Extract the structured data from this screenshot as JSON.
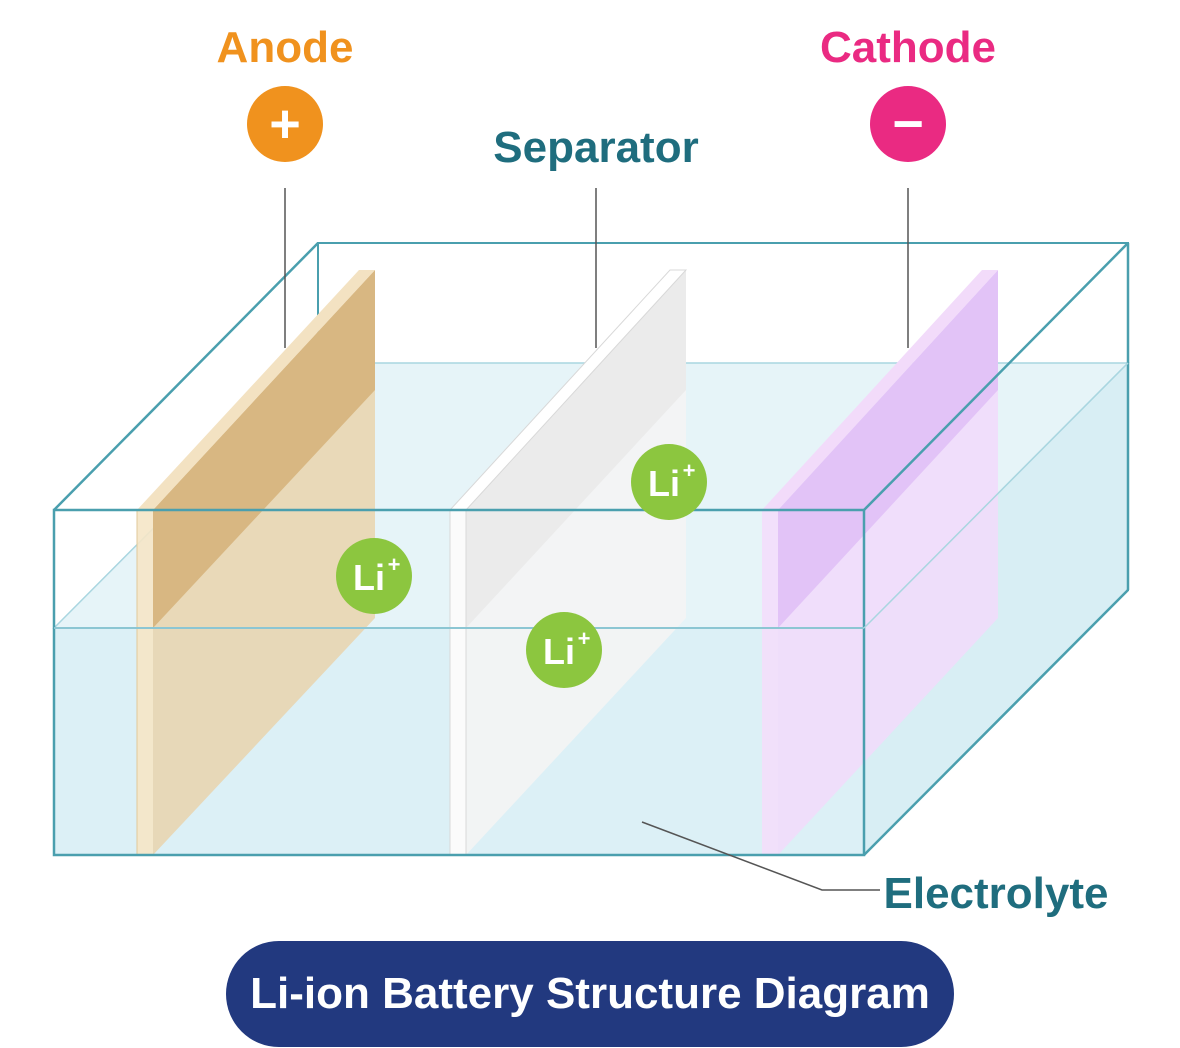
{
  "labels": {
    "anode": "Anode",
    "cathode": "Cathode",
    "separator": "Separator",
    "electrolyte": "Electrolyte"
  },
  "symbols": {
    "anode_sign": "+",
    "cathode_sign": "−"
  },
  "ions": [
    {
      "base": "Li",
      "charge": "+"
    },
    {
      "base": "Li",
      "charge": "+"
    },
    {
      "base": "Li",
      "charge": "+"
    }
  ],
  "title": "Li-ion Battery Structure Diagram",
  "colors": {
    "anode": "#f0921e",
    "cathode": "#ea2a82",
    "teal_text": "#1f6d7e",
    "container_edge": "#4a9fae",
    "electrolyte": "#dcf0f6",
    "anode_plate": "#d9b98a",
    "cathode_plate": "#e4c6f5",
    "separator_plate": "#ececec",
    "ion": "#8cc63f",
    "title_bg": "#22397f"
  }
}
